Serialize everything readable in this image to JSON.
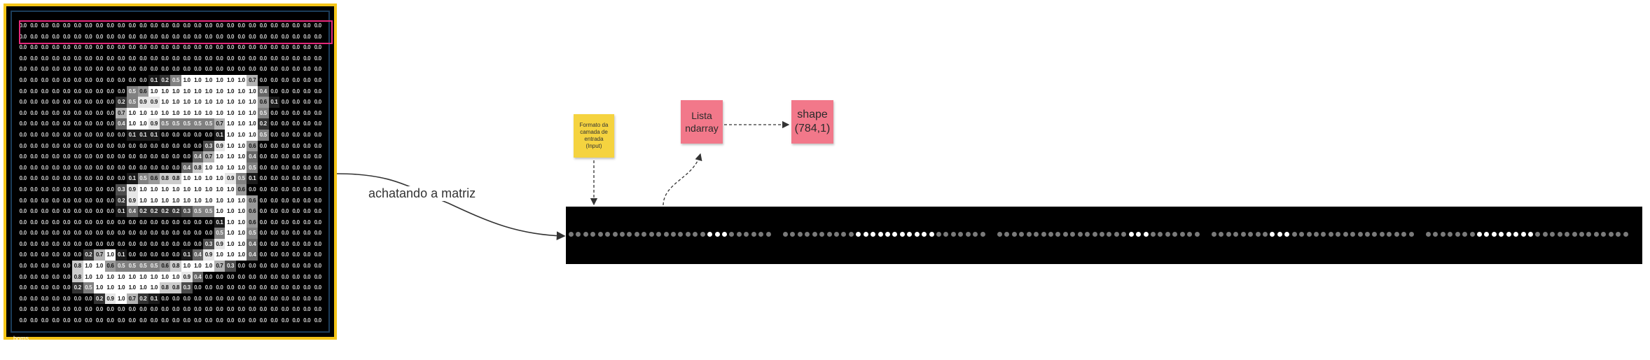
{
  "image_matrix": {
    "rows": [
      [
        "0.0",
        "0.0",
        "0.0",
        "0.0",
        "0.0",
        "0.0",
        "0.0",
        "0.0",
        "0.0",
        "0.0",
        "0.0",
        "0.0",
        "0.0",
        "0.0",
        "0.0",
        "0.0",
        "0.0",
        "0.0",
        "0.0",
        "0.0",
        "0.0",
        "0.0",
        "0.0",
        "0.0",
        "0.0",
        "0.0",
        "0.0",
        "0.0"
      ],
      [
        "0.0",
        "0.0",
        "0.0",
        "0.0",
        "0.0",
        "0.0",
        "0.0",
        "0.0",
        "0.0",
        "0.0",
        "0.0",
        "0.0",
        "0.0",
        "0.0",
        "0.0",
        "0.0",
        "0.0",
        "0.0",
        "0.0",
        "0.0",
        "0.0",
        "0.0",
        "0.0",
        "0.0",
        "0.0",
        "0.0",
        "0.0",
        "0.0"
      ],
      [
        "0.0",
        "0.0",
        "0.0",
        "0.0",
        "0.0",
        "0.0",
        "0.0",
        "0.0",
        "0.0",
        "0.0",
        "0.0",
        "0.0",
        "0.0",
        "0.0",
        "0.0",
        "0.0",
        "0.0",
        "0.0",
        "0.0",
        "0.0",
        "0.0",
        "0.0",
        "0.0",
        "0.0",
        "0.0",
        "0.0",
        "0.0",
        "0.0"
      ],
      [
        "0.0",
        "0.0",
        "0.0",
        "0.0",
        "0.0",
        "0.0",
        "0.0",
        "0.0",
        "0.0",
        "0.0",
        "0.0",
        "0.0",
        "0.0",
        "0.0",
        "0.0",
        "0.0",
        "0.0",
        "0.0",
        "0.0",
        "0.0",
        "0.0",
        "0.0",
        "0.0",
        "0.0",
        "0.0",
        "0.0",
        "0.0",
        "0.0"
      ],
      [
        "0.0",
        "0.0",
        "0.0",
        "0.0",
        "0.0",
        "0.0",
        "0.0",
        "0.0",
        "0.0",
        "0.0",
        "0.0",
        "0.0",
        "0.0",
        "0.0",
        "0.0",
        "0.0",
        "0.0",
        "0.0",
        "0.0",
        "0.0",
        "0.0",
        "0.0",
        "0.0",
        "0.0",
        "0.0",
        "0.0",
        "0.0",
        "0.0"
      ],
      [
        "0.0",
        "0.0",
        "0.0",
        "0.0",
        "0.0",
        "0.0",
        "0.0",
        "0.0",
        "0.0",
        "0.0",
        "0.0",
        "0.0",
        "0.1",
        "0.2",
        "0.5",
        "1.0",
        "1.0",
        "1.0",
        "1.0",
        "1.0",
        "1.0",
        "0.7",
        "0.0",
        "0.0",
        "0.0",
        "0.0",
        "0.0",
        "0.0"
      ],
      [
        "0.0",
        "0.0",
        "0.0",
        "0.0",
        "0.0",
        "0.0",
        "0.0",
        "0.0",
        "0.0",
        "0.0",
        "0.5",
        "0.6",
        "1.0",
        "1.0",
        "1.0",
        "1.0",
        "1.0",
        "1.0",
        "1.0",
        "1.0",
        "1.0",
        "1.0",
        "0.4",
        "0.0",
        "0.0",
        "0.0",
        "0.0",
        "0.0"
      ],
      [
        "0.0",
        "0.0",
        "0.0",
        "0.0",
        "0.0",
        "0.0",
        "0.0",
        "0.0",
        "0.0",
        "0.2",
        "0.5",
        "0.9",
        "0.9",
        "1.0",
        "1.0",
        "1.0",
        "1.0",
        "1.0",
        "1.0",
        "1.0",
        "1.0",
        "1.0",
        "0.6",
        "0.1",
        "0.0",
        "0.0",
        "0.0",
        "0.0"
      ],
      [
        "0.0",
        "0.0",
        "0.0",
        "0.0",
        "0.0",
        "0.0",
        "0.0",
        "0.0",
        "0.0",
        "0.7",
        "1.0",
        "1.0",
        "1.0",
        "1.0",
        "1.0",
        "1.0",
        "1.0",
        "1.0",
        "1.0",
        "1.0",
        "1.0",
        "1.0",
        "0.5",
        "0.0",
        "0.0",
        "0.0",
        "0.0",
        "0.0"
      ],
      [
        "0.0",
        "0.0",
        "0.0",
        "0.0",
        "0.0",
        "0.0",
        "0.0",
        "0.0",
        "0.0",
        "0.4",
        "1.0",
        "1.0",
        "0.9",
        "0.5",
        "0.5",
        "0.5",
        "0.5",
        "0.5",
        "0.7",
        "1.0",
        "1.0",
        "1.0",
        "0.2",
        "0.0",
        "0.0",
        "0.0",
        "0.0",
        "0.0"
      ],
      [
        "0.0",
        "0.0",
        "0.0",
        "0.0",
        "0.0",
        "0.0",
        "0.0",
        "0.0",
        "0.0",
        "0.0",
        "0.1",
        "0.1",
        "0.1",
        "0.0",
        "0.0",
        "0.0",
        "0.0",
        "0.0",
        "0.1",
        "1.0",
        "1.0",
        "1.0",
        "0.5",
        "0.0",
        "0.0",
        "0.0",
        "0.0",
        "0.0"
      ],
      [
        "0.0",
        "0.0",
        "0.0",
        "0.0",
        "0.0",
        "0.0",
        "0.0",
        "0.0",
        "0.0",
        "0.0",
        "0.0",
        "0.0",
        "0.0",
        "0.0",
        "0.0",
        "0.0",
        "0.0",
        "0.3",
        "0.9",
        "1.0",
        "1.0",
        "0.6",
        "0.0",
        "0.0",
        "0.0",
        "0.0",
        "0.0",
        "0.0"
      ],
      [
        "0.0",
        "0.0",
        "0.0",
        "0.0",
        "0.0",
        "0.0",
        "0.0",
        "0.0",
        "0.0",
        "0.0",
        "0.0",
        "0.0",
        "0.0",
        "0.0",
        "0.0",
        "0.0",
        "0.4",
        "0.7",
        "1.0",
        "1.0",
        "1.0",
        "0.4",
        "0.0",
        "0.0",
        "0.0",
        "0.0",
        "0.0",
        "0.0"
      ],
      [
        "0.0",
        "0.0",
        "0.0",
        "0.0",
        "0.0",
        "0.0",
        "0.0",
        "0.0",
        "0.0",
        "0.0",
        "0.0",
        "0.0",
        "0.0",
        "0.0",
        "0.0",
        "0.4",
        "0.8",
        "1.0",
        "1.0",
        "1.0",
        "1.0",
        "0.5",
        "0.0",
        "0.0",
        "0.0",
        "0.0",
        "0.0",
        "0.0"
      ],
      [
        "0.0",
        "0.0",
        "0.0",
        "0.0",
        "0.0",
        "0.0",
        "0.0",
        "0.0",
        "0.0",
        "0.0",
        "0.1",
        "0.5",
        "0.6",
        "0.8",
        "0.8",
        "1.0",
        "1.0",
        "1.0",
        "1.0",
        "0.9",
        "0.5",
        "0.1",
        "0.0",
        "0.0",
        "0.0",
        "0.0",
        "0.0",
        "0.0"
      ],
      [
        "0.0",
        "0.0",
        "0.0",
        "0.0",
        "0.0",
        "0.0",
        "0.0",
        "0.0",
        "0.0",
        "0.3",
        "0.9",
        "1.0",
        "1.0",
        "1.0",
        "1.0",
        "1.0",
        "1.0",
        "1.0",
        "1.0",
        "1.0",
        "0.6",
        "0.0",
        "0.0",
        "0.0",
        "0.0",
        "0.0",
        "0.0",
        "0.0"
      ],
      [
        "0.0",
        "0.0",
        "0.0",
        "0.0",
        "0.0",
        "0.0",
        "0.0",
        "0.0",
        "0.0",
        "0.2",
        "0.9",
        "1.0",
        "1.0",
        "1.0",
        "1.0",
        "1.0",
        "1.0",
        "1.0",
        "1.0",
        "1.0",
        "1.0",
        "0.6",
        "0.0",
        "0.0",
        "0.0",
        "0.0",
        "0.0",
        "0.0"
      ],
      [
        "0.0",
        "0.0",
        "0.0",
        "0.0",
        "0.0",
        "0.0",
        "0.0",
        "0.0",
        "0.0",
        "0.1",
        "0.4",
        "0.2",
        "0.2",
        "0.2",
        "0.2",
        "0.3",
        "0.5",
        "0.5",
        "1.0",
        "1.0",
        "1.0",
        "0.6",
        "0.0",
        "0.0",
        "0.0",
        "0.0",
        "0.0",
        "0.0"
      ],
      [
        "0.0",
        "0.0",
        "0.0",
        "0.0",
        "0.0",
        "0.0",
        "0.0",
        "0.0",
        "0.0",
        "0.0",
        "0.0",
        "0.0",
        "0.0",
        "0.0",
        "0.0",
        "0.0",
        "0.0",
        "0.0",
        "0.1",
        "1.0",
        "1.0",
        "0.6",
        "0.0",
        "0.0",
        "0.0",
        "0.0",
        "0.0",
        "0.0"
      ],
      [
        "0.0",
        "0.0",
        "0.0",
        "0.0",
        "0.0",
        "0.0",
        "0.0",
        "0.0",
        "0.0",
        "0.0",
        "0.0",
        "0.0",
        "0.0",
        "0.0",
        "0.0",
        "0.0",
        "0.0",
        "0.0",
        "0.5",
        "1.0",
        "1.0",
        "0.5",
        "0.0",
        "0.0",
        "0.0",
        "0.0",
        "0.0",
        "0.0"
      ],
      [
        "0.0",
        "0.0",
        "0.0",
        "0.0",
        "0.0",
        "0.0",
        "0.0",
        "0.0",
        "0.0",
        "0.0",
        "0.0",
        "0.0",
        "0.0",
        "0.0",
        "0.0",
        "0.0",
        "0.0",
        "0.3",
        "0.9",
        "1.0",
        "1.0",
        "0.4",
        "0.0",
        "0.0",
        "0.0",
        "0.0",
        "0.0",
        "0.0"
      ],
      [
        "0.0",
        "0.0",
        "0.0",
        "0.0",
        "0.0",
        "0.0",
        "0.2",
        "0.7",
        "1.0",
        "0.1",
        "0.0",
        "0.0",
        "0.0",
        "0.0",
        "0.0",
        "0.1",
        "0.4",
        "0.9",
        "1.0",
        "1.0",
        "1.0",
        "0.4",
        "0.0",
        "0.0",
        "0.0",
        "0.0",
        "0.0",
        "0.0"
      ],
      [
        "0.0",
        "0.0",
        "0.0",
        "0.0",
        "0.0",
        "0.8",
        "1.0",
        "1.0",
        "0.6",
        "0.5",
        "0.5",
        "0.5",
        "0.5",
        "0.6",
        "0.8",
        "1.0",
        "1.0",
        "1.0",
        "0.7",
        "0.3",
        "0.0",
        "0.0",
        "0.0",
        "0.0",
        "0.0",
        "0.0",
        "0.0",
        "0.0"
      ],
      [
        "0.0",
        "0.0",
        "0.0",
        "0.0",
        "0.0",
        "0.8",
        "1.0",
        "1.0",
        "1.0",
        "1.0",
        "1.0",
        "1.0",
        "1.0",
        "1.0",
        "1.0",
        "0.9",
        "0.4",
        "0.0",
        "0.0",
        "0.0",
        "0.0",
        "0.0",
        "0.0",
        "0.0",
        "0.0",
        "0.0",
        "0.0",
        "0.0"
      ],
      [
        "0.0",
        "0.0",
        "0.0",
        "0.0",
        "0.0",
        "0.2",
        "0.5",
        "1.0",
        "1.0",
        "1.0",
        "1.0",
        "1.0",
        "1.0",
        "0.8",
        "0.8",
        "0.3",
        "0.0",
        "0.0",
        "0.0",
        "0.0",
        "0.0",
        "0.0",
        "0.0",
        "0.0",
        "0.0",
        "0.0",
        "0.0",
        "0.0"
      ],
      [
        "0.0",
        "0.0",
        "0.0",
        "0.0",
        "0.0",
        "0.0",
        "0.0",
        "0.2",
        "0.9",
        "1.0",
        "0.7",
        "0.2",
        "0.1",
        "0.0",
        "0.0",
        "0.0",
        "0.0",
        "0.0",
        "0.0",
        "0.0",
        "0.0",
        "0.0",
        "0.0",
        "0.0",
        "0.0",
        "0.0",
        "0.0",
        "0.0"
      ],
      [
        "0.0",
        "0.0",
        "0.0",
        "0.0",
        "0.0",
        "0.0",
        "0.0",
        "0.0",
        "0.0",
        "0.0",
        "0.0",
        "0.0",
        "0.0",
        "0.0",
        "0.0",
        "0.0",
        "0.0",
        "0.0",
        "0.0",
        "0.0",
        "0.0",
        "0.0",
        "0.0",
        "0.0",
        "0.0",
        "0.0",
        "0.0",
        "0.0"
      ],
      [
        "0.0",
        "0.0",
        "0.0",
        "0.0",
        "0.0",
        "0.0",
        "0.0",
        "0.0",
        "0.0",
        "0.0",
        "0.0",
        "0.0",
        "0.0",
        "0.0",
        "0.0",
        "0.0",
        "0.0",
        "0.0",
        "0.0",
        "0.0",
        "0.0",
        "0.0",
        "0.0",
        "0.0",
        "0.0",
        "0.0",
        "0.0",
        "0.0"
      ]
    ],
    "corner_text": "boms",
    "frame_color": "#f5c518",
    "highlight_color": "#e4287a"
  },
  "edge_label": "achatando a matriz",
  "notes": {
    "input_format": {
      "lines": [
        "Formato da",
        "camada de",
        "entrada",
        "(Input)"
      ],
      "color": "#f5d33f"
    },
    "lista": {
      "lines": [
        "Lista",
        "ndarray"
      ],
      "color": "#f2788a"
    },
    "shape": {
      "lines": [
        "shape",
        "(784,1)"
      ],
      "color": "#f2788a"
    }
  },
  "flattened_vector": {
    "segments": 5,
    "dots_per_segment": 28,
    "background": "#000000",
    "dot_colors": {
      "low": "#7a7a7a",
      "high": "#ffffff"
    }
  }
}
